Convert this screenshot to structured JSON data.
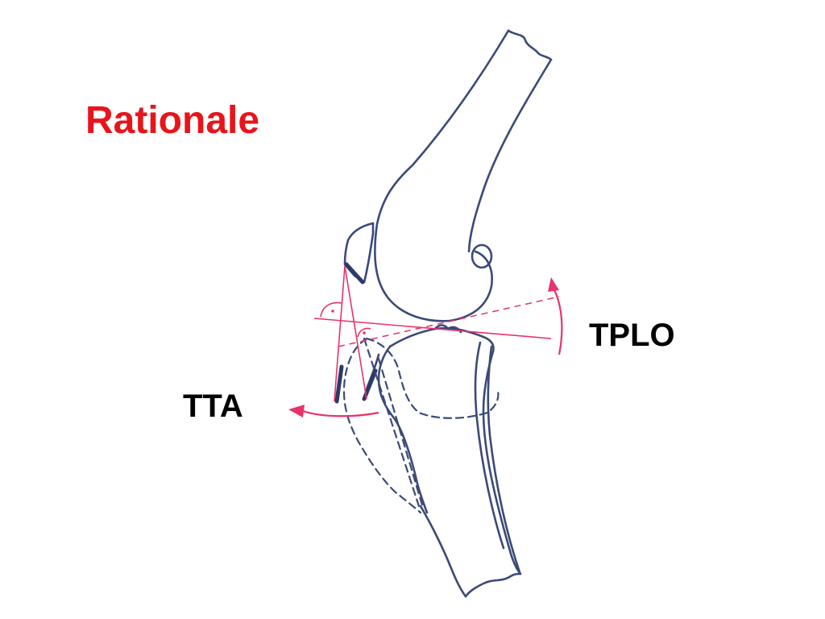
{
  "slide": {
    "title": "Rationale",
    "labels": {
      "tplo": "TPLO",
      "tta": "TTA"
    }
  },
  "colors": {
    "title": "#e8141b",
    "bone_outline": "#3b4a78",
    "annotation_lines": "#e8336a",
    "label_text": "#000000"
  }
}
